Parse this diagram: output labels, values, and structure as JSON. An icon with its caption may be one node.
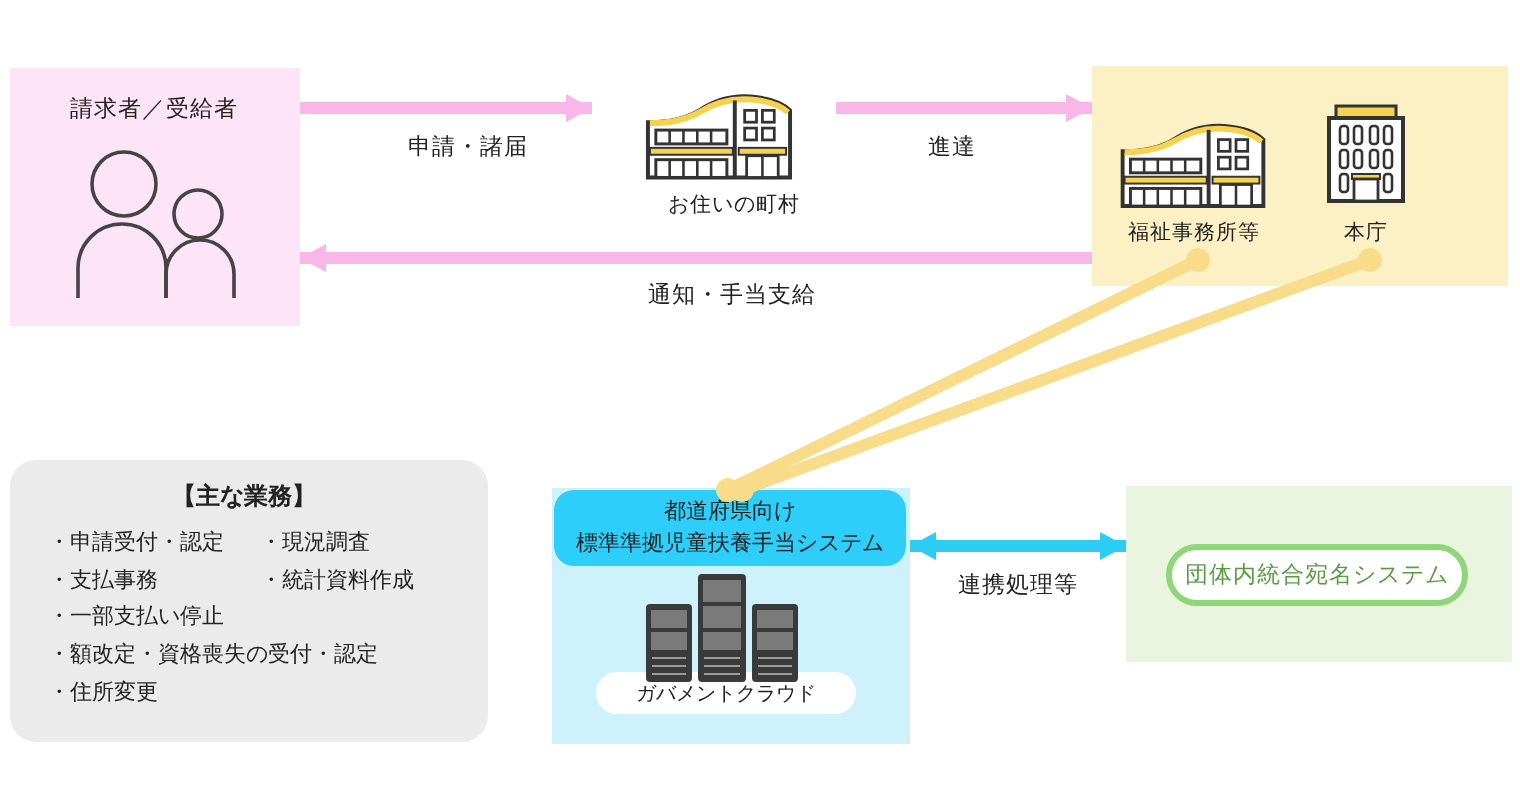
{
  "diagram": {
    "nodes": [
      {
        "text": [
          "請求者／受給者"
        ]
      },
      {
        "text": [
          "お住いの町村"
        ]
      },
      {
        "text": [],
        "shape": "box"
      },
      {
        "text": [
          "福祉事務所等"
        ],
        "in": 2
      },
      {
        "text": [
          "本庁"
        ],
        "in": 2
      },
      {
        "text": [],
        "shape": "box"
      },
      {
        "text": [
          "都道府県向け標準準拠児童扶養手当システム"
        ],
        "in": 5
      },
      {
        "text": [
          "ガバメントクラウド"
        ],
        "in": 5
      },
      {
        "text": [],
        "shape": "box"
      },
      {
        "text": [
          "団体内統合宛名システム"
        ],
        "in": 8
      },
      {
        "text": [
          "【主な業務】",
          "・申請受付・認定",
          "・現況調査",
          "・支払事務",
          "・統計資料作成",
          "・一部支払い停止",
          "・額改定・資格喪失の受付・認定",
          "・住所変更"
        ]
      }
    ],
    "edges": [
      {
        "from": 0,
        "to": 1,
        "arrow": "to",
        "label": "申請・諸届"
      },
      {
        "from": 1,
        "to": 2,
        "arrow": "to",
        "label": "進達"
      },
      {
        "from": 2,
        "to": 0,
        "arrow": "to",
        "label": "通知・手当支給"
      },
      {
        "from": 3,
        "to": 6,
        "arrow": "other",
        "color": "#f8dc8a"
      },
      {
        "from": 4,
        "to": 6,
        "arrow": "other",
        "color": "#f8dc8a"
      },
      {
        "from": 5,
        "to": 8,
        "arrow": "both",
        "label": "連携処理等",
        "color": "#2ccdf5"
      }
    ]
  }
}
